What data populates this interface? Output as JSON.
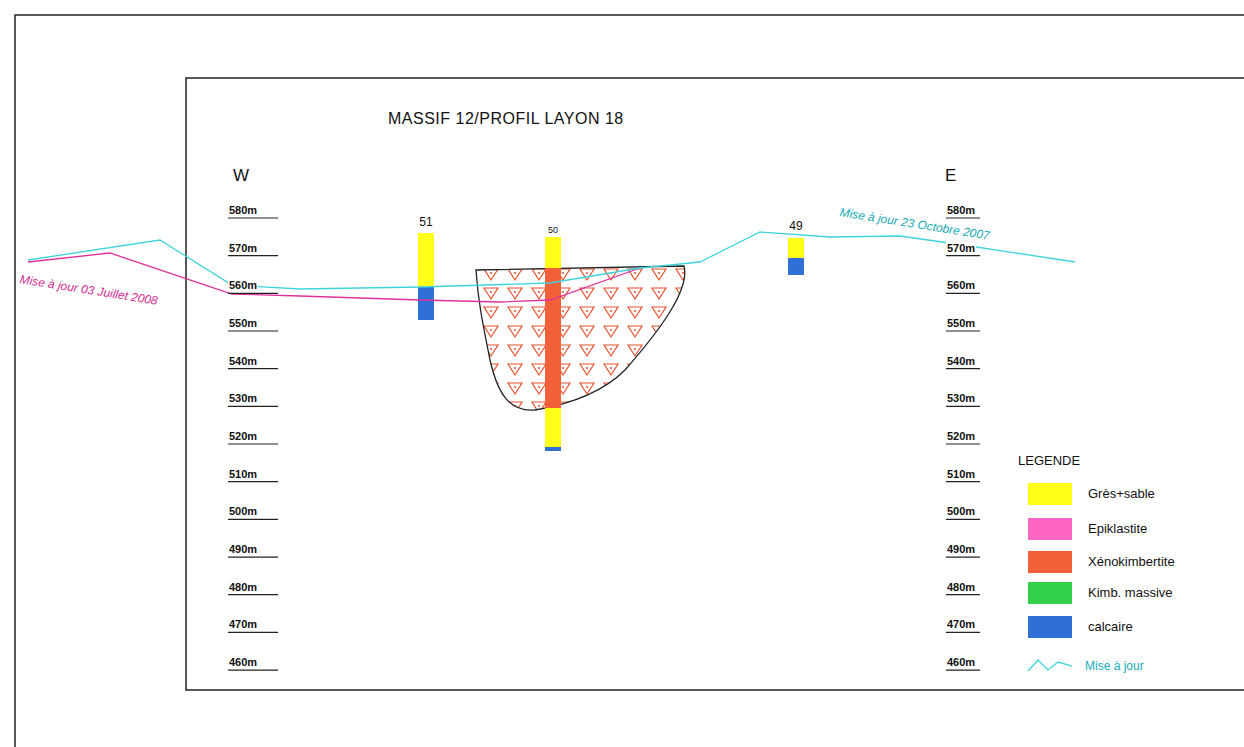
{
  "diagram": {
    "title": "MASSIF 12/PROFIL LAYON 18",
    "labels": [
      "W",
      "E",
      "580m",
      "570m",
      "560m",
      "550m",
      "540m",
      "530m",
      "520m",
      "510m",
      "500m",
      "490m",
      "480m",
      "470m",
      "460m",
      "580m",
      "570m",
      "560m",
      "550m",
      "540m",
      "530m",
      "520m",
      "510m",
      "500m",
      "490m",
      "480m",
      "470m",
      "460m",
      "51",
      "50",
      "49",
      "Mise à jour 03 Juillet 2008",
      "Mise à jour 23 Octobre 2007",
      "LEGENDE"
    ],
    "legend": [
      {
        "text": "Grès+sable",
        "color": "#ffff1a"
      },
      {
        "text": "Epiklastite",
        "color": "#ff66c4"
      },
      {
        "text": "Xénokimbertite",
        "color": "#f2603a"
      },
      {
        "text": "Kimb. massive",
        "color": "#33d14a"
      },
      {
        "text": "calcaire",
        "color": "#2f6fd6"
      },
      {
        "text": "Mise à jour"
      }
    ]
  }
}
